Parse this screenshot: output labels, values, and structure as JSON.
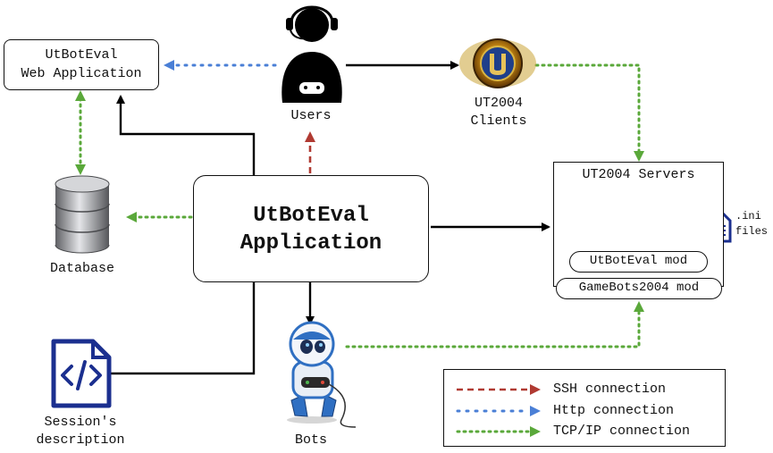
{
  "nodes": {
    "web_app": {
      "line1": "UtBotEval",
      "line2": "Web Application"
    },
    "users": {
      "label": "Users"
    },
    "clients": {
      "line1": "UT2004",
      "line2": "Clients"
    },
    "database": {
      "label": "Database"
    },
    "main_app": {
      "line1": "UtBotEval",
      "line2": "Application"
    },
    "servers": {
      "title": "UT2004 Servers",
      "mod1": "UtBotEval mod",
      "mod2": "GameBots2004 mod",
      "files_line1": ".ini",
      "files_line2": "files"
    },
    "session": {
      "line1": "Session's",
      "line2": "description"
    },
    "bots": {
      "label": "Bots"
    }
  },
  "legend": {
    "items": [
      {
        "label": "SSH connection",
        "style": "dashed",
        "color": "#b03a32"
      },
      {
        "label": "Http connection",
        "style": "dotted",
        "color": "#4a7fd6"
      },
      {
        "label": "TCP/IP connection",
        "style": "dotted",
        "color": "#5aa83a"
      }
    ]
  },
  "colors": {
    "ssh": "#b03a32",
    "http": "#4a7fd6",
    "tcp": "#5aa83a",
    "solid": "#000000",
    "icon_blue": "#1b2f8f"
  },
  "icons": [
    "headset-user-icon",
    "unreal-logo-icon",
    "database-icon",
    "code-file-icon",
    "ini-files-icon",
    "robot-icon"
  ]
}
